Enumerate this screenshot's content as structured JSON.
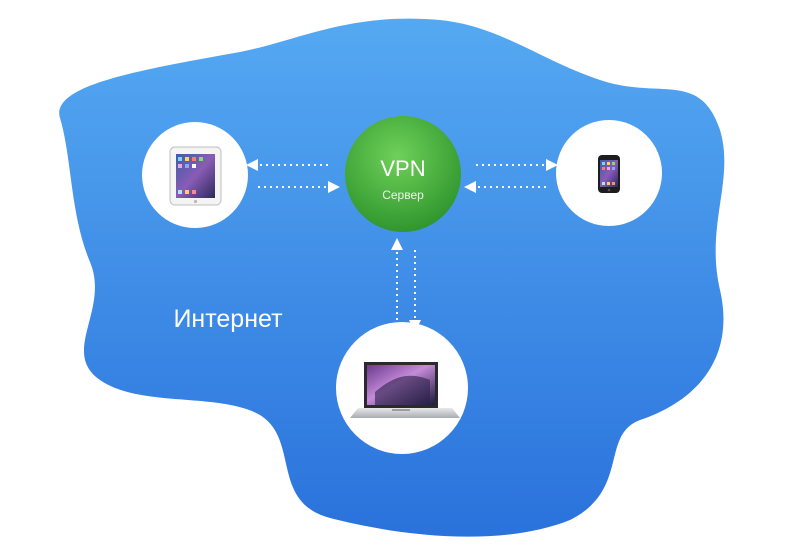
{
  "diagram": {
    "server": {
      "title": "VPN",
      "subtitle": "Сервер"
    },
    "network_label": "Интернет",
    "devices": [
      {
        "id": "tablet",
        "icon": "tablet-icon"
      },
      {
        "id": "phone",
        "icon": "smartphone-icon"
      },
      {
        "id": "laptop",
        "icon": "laptop-icon"
      }
    ],
    "colors": {
      "cloud_top": "#4fa3ef",
      "cloud_bottom": "#2a77e0",
      "server_top": "#5cc24a",
      "server_bottom": "#2f9a2c",
      "device_bg": "#ffffff",
      "arrows": "#ffffff"
    }
  }
}
